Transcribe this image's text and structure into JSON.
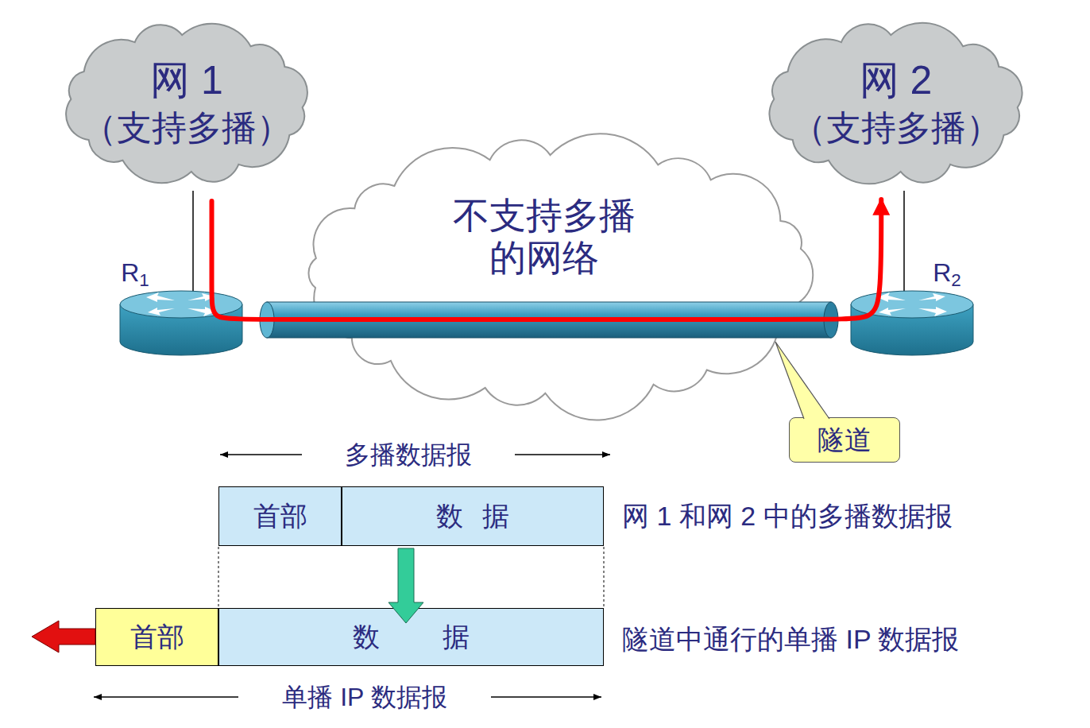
{
  "diagram": {
    "nodes": [
      {
        "text": [
          "网 1",
          "（支持多播）"
        ]
      },
      {
        "text": [
          "网 2",
          "（支持多播）"
        ]
      },
      {
        "text": [
          "不支持多播 的网络"
        ]
      },
      {
        "text": [
          "隧道"
        ]
      },
      {
        "text": [
          "首部"
        ]
      },
      {
        "text": [
          "数 据"
        ]
      },
      {
        "text": [
          "首部"
        ]
      },
      {
        "text": [
          "数 据"
        ]
      }
    ],
    "edges": [
      {
        "from": 0,
        "to": 1,
        "arrow": "to"
      }
    ],
    "labels": [
      "R1",
      "R2",
      "多播数据报",
      "网 1 和网 2 中的多播数据报",
      "隧道中通行的单播 IP 数据报",
      "单播 IP 数据报"
    ]
  }
}
